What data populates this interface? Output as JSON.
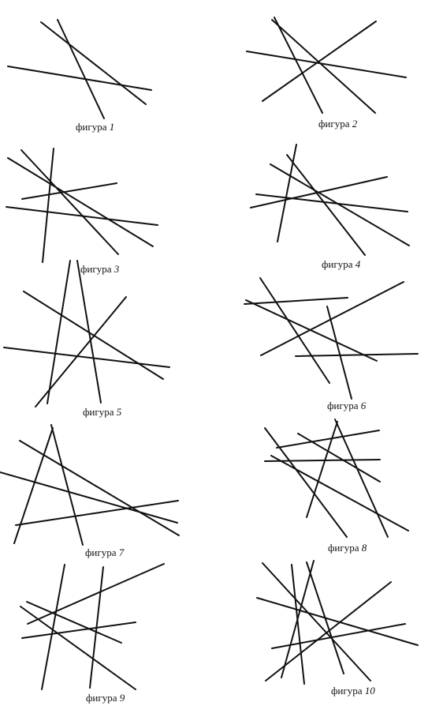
{
  "caption_word": "фигура",
  "figures": [
    {
      "number": "1"
    },
    {
      "number": "2"
    },
    {
      "number": "3"
    },
    {
      "number": "4"
    },
    {
      "number": "5"
    },
    {
      "number": "6"
    },
    {
      "number": "7"
    },
    {
      "number": "8"
    },
    {
      "number": "9"
    },
    {
      "number": "10"
    }
  ]
}
